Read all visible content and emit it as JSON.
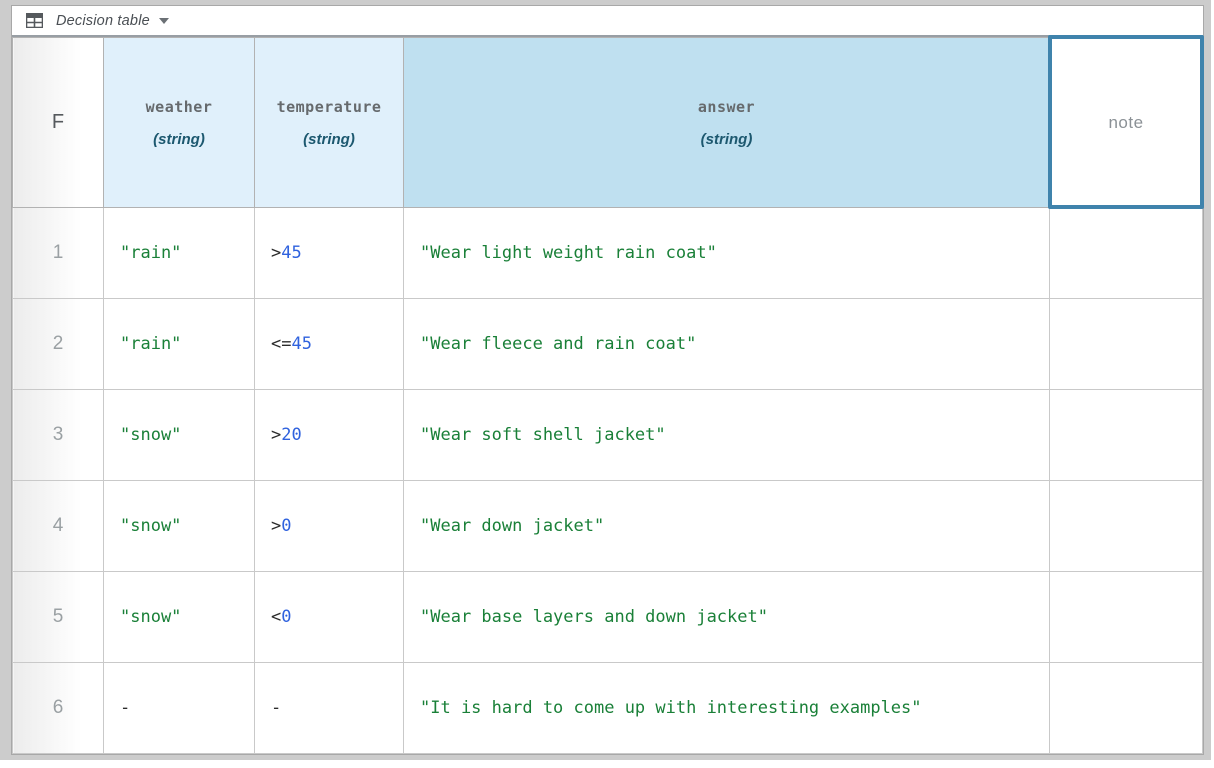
{
  "window": {
    "view_switcher_label": "Decision table",
    "view_switcher_icon": "table-icon"
  },
  "table": {
    "row_number_header": "F",
    "columns": [
      {
        "name": "weather",
        "type": "(string)",
        "kind": "input"
      },
      {
        "name": "temperature",
        "type": "(string)",
        "kind": "input"
      },
      {
        "name": "answer",
        "type": "(string)",
        "kind": "output"
      },
      {
        "name": "note",
        "kind": "annotation",
        "selected": true
      }
    ],
    "rows": [
      {
        "num": "1",
        "weather": "\"rain\"",
        "temp_op": ">",
        "temp_num": "45",
        "answer": "\"Wear light weight rain coat\"",
        "note": ""
      },
      {
        "num": "2",
        "weather": "\"rain\"",
        "temp_op": "<=",
        "temp_num": "45",
        "answer": "\"Wear fleece and rain coat\"",
        "note": ""
      },
      {
        "num": "3",
        "weather": "\"snow\"",
        "temp_op": ">",
        "temp_num": "20",
        "answer": "\"Wear soft shell jacket\"",
        "note": ""
      },
      {
        "num": "4",
        "weather": "\"snow\"",
        "temp_op": ">",
        "temp_num": "0",
        "answer": "\"Wear down jacket\"",
        "note": ""
      },
      {
        "num": "5",
        "weather": "\"snow\"",
        "temp_op": "<",
        "temp_num": "0",
        "answer": "\"Wear base layers and down jacket\"",
        "note": ""
      },
      {
        "num": "6",
        "weather": "-",
        "temp_op": "-",
        "temp_num": "",
        "answer": "\"It is hard to come up with interesting examples\"",
        "note": ""
      }
    ]
  },
  "colors": {
    "selection_accent": "#3f83ac",
    "input_header_bg": "#e0f0fb",
    "output_header_bg": "#bfe0f0",
    "string_literal": "#1a8038",
    "number_literal": "#2f62de",
    "operator": "#2b2b2b",
    "frame": "#cccccc"
  }
}
